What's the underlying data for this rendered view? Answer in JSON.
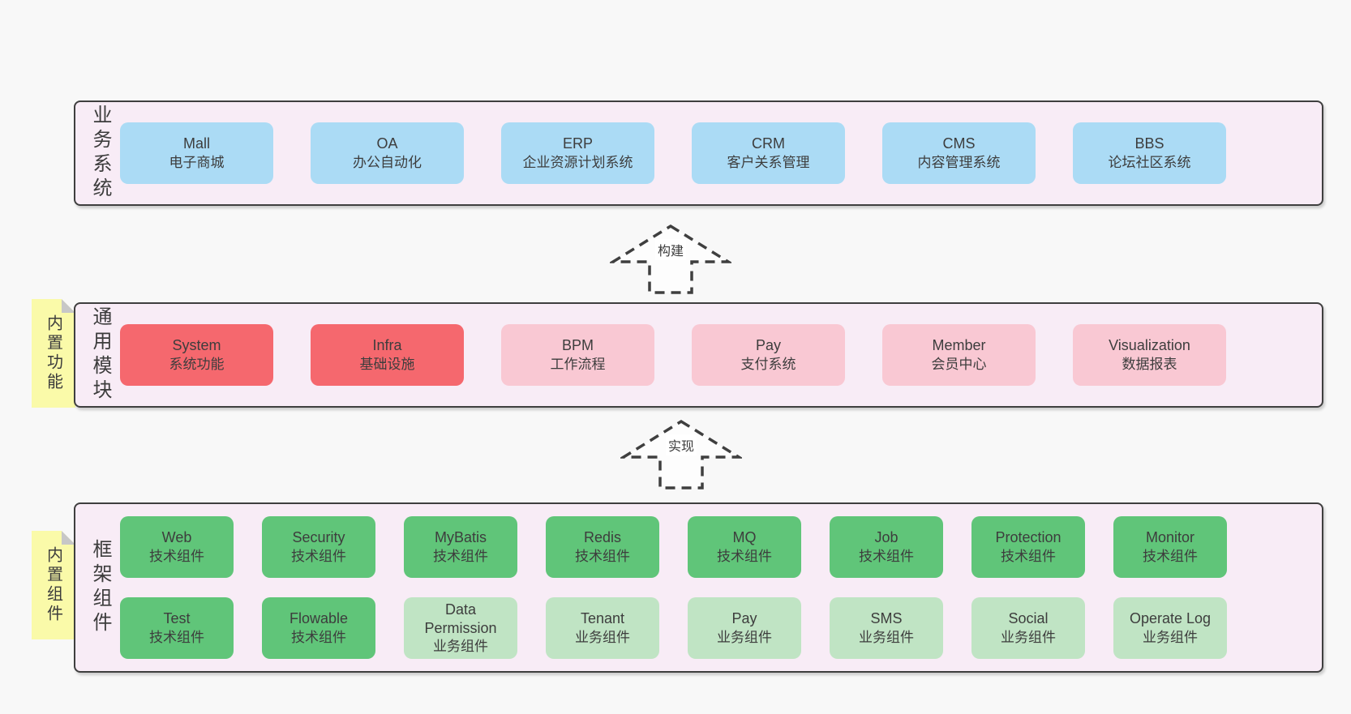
{
  "colors": {
    "page_bg": "#f8f8f8",
    "section_bg": "#f8ecf6",
    "section_border": "#3f3f3f",
    "blue_box": "#abdbf5",
    "red_box": "#f5686e",
    "pink_box": "#f9c8d3",
    "green_box": "#60c579",
    "light_green_box": "#c0e4c4",
    "sticky_note": "#fafaa9",
    "note_fold": "#c7c7c7",
    "text": "#3d3d3d"
  },
  "arrows": [
    {
      "label": "构建"
    },
    {
      "label": "实现"
    }
  ],
  "sections": [
    {
      "label": "业务系统",
      "boxes": [
        {
          "title": "Mall",
          "subtitle": "电子商城"
        },
        {
          "title": "OA",
          "subtitle": "办公自动化"
        },
        {
          "title": "ERP",
          "subtitle": "企业资源计划系统"
        },
        {
          "title": "CRM",
          "subtitle": "客户关系管理"
        },
        {
          "title": "CMS",
          "subtitle": "内容管理系统"
        },
        {
          "title": "BBS",
          "subtitle": "论坛社区系统"
        }
      ]
    },
    {
      "label": "通用模块",
      "note": "内置功能",
      "boxes": [
        {
          "title": "System",
          "subtitle": "系统功能"
        },
        {
          "title": "Infra",
          "subtitle": "基础设施"
        },
        {
          "title": "BPM",
          "subtitle": "工作流程"
        },
        {
          "title": "Pay",
          "subtitle": "支付系统"
        },
        {
          "title": "Member",
          "subtitle": "会员中心"
        },
        {
          "title": "Visualization",
          "subtitle": "数据报表"
        }
      ]
    },
    {
      "label": "框架组件",
      "note": "内置组件",
      "rows": [
        [
          {
            "title": "Web",
            "subtitle": "技术组件"
          },
          {
            "title": "Security",
            "subtitle": "技术组件"
          },
          {
            "title": "MyBatis",
            "subtitle": "技术组件"
          },
          {
            "title": "Redis",
            "subtitle": "技术组件"
          },
          {
            "title": "MQ",
            "subtitle": "技术组件"
          },
          {
            "title": "Job",
            "subtitle": "技术组件"
          },
          {
            "title": "Protection",
            "subtitle": "技术组件"
          },
          {
            "title": "Monitor",
            "subtitle": "技术组件"
          }
        ],
        [
          {
            "title": "Test",
            "subtitle": "技术组件"
          },
          {
            "title": "Flowable",
            "subtitle": "技术组件"
          },
          {
            "title": "Data Permission",
            "subtitle": "业务组件"
          },
          {
            "title": "Tenant",
            "subtitle": "业务组件"
          },
          {
            "title": "Pay",
            "subtitle": "业务组件"
          },
          {
            "title": "SMS",
            "subtitle": "业务组件"
          },
          {
            "title": "Social",
            "subtitle": "业务组件"
          },
          {
            "title": "Operate Log",
            "subtitle": "业务组件"
          }
        ]
      ]
    }
  ]
}
